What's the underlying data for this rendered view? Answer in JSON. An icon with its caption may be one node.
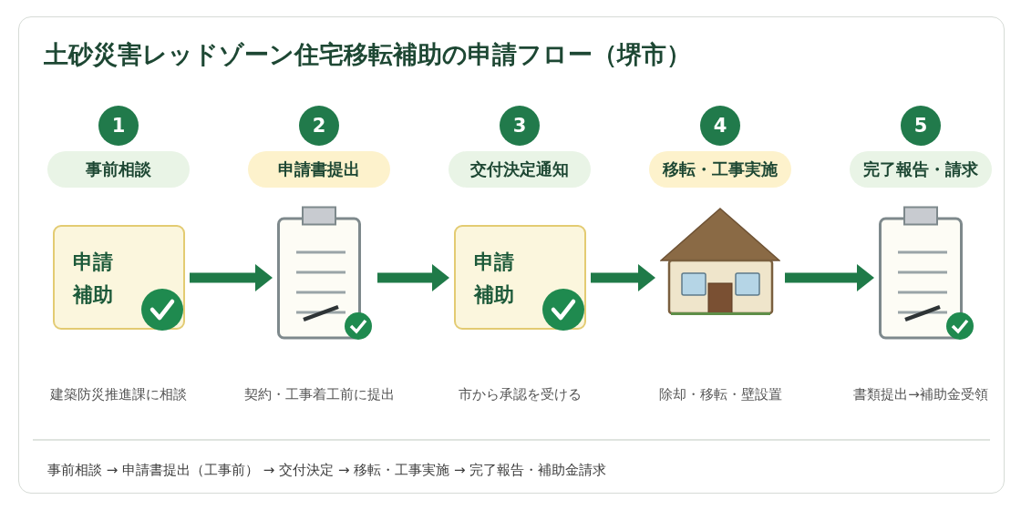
{
  "diagram": {
    "title": "土砂災害レッドゾーン住宅移転補助の申請フロー（堺市）",
    "nodes": [
      {
        "text": [
          "1"
        ]
      },
      {
        "text": [
          "事前相談"
        ]
      },
      {
        "text": [
          "申請補助"
        ]
      },
      {
        "text": [
          "2"
        ]
      },
      {
        "text": [
          "申請書提出"
        ]
      },
      {
        "text": [],
        "shape": "picture"
      },
      {
        "text": [
          "3"
        ]
      },
      {
        "text": [
          "交付決定通知"
        ]
      },
      {
        "text": [
          "申請補助"
        ]
      },
      {
        "text": [
          "4"
        ]
      },
      {
        "text": [
          "移転・工事実施"
        ]
      },
      {
        "text": [],
        "shape": "picture"
      },
      {
        "text": [
          "5"
        ]
      },
      {
        "text": [
          "完了報告・請求"
        ]
      },
      {
        "text": [],
        "shape": "picture"
      }
    ],
    "edges": [
      {
        "from": 2,
        "to": 5,
        "arrow": "to"
      },
      {
        "from": 5,
        "to": 8,
        "arrow": "to"
      },
      {
        "from": 8,
        "to": 11,
        "arrow": "to"
      },
      {
        "from": 11,
        "to": 14,
        "arrow": "to"
      }
    ],
    "labels": [
      "建築防災推進課に相談",
      "契約・工事着工前に提出",
      "市から承認を受ける",
      "除却・移転・壁設置",
      "書類提出→補助金受領",
      "事前相談 → 申請書提出（工事前） → 交付決定 → 移転・工事実施 → 完了報告・補助金請求"
    ]
  }
}
